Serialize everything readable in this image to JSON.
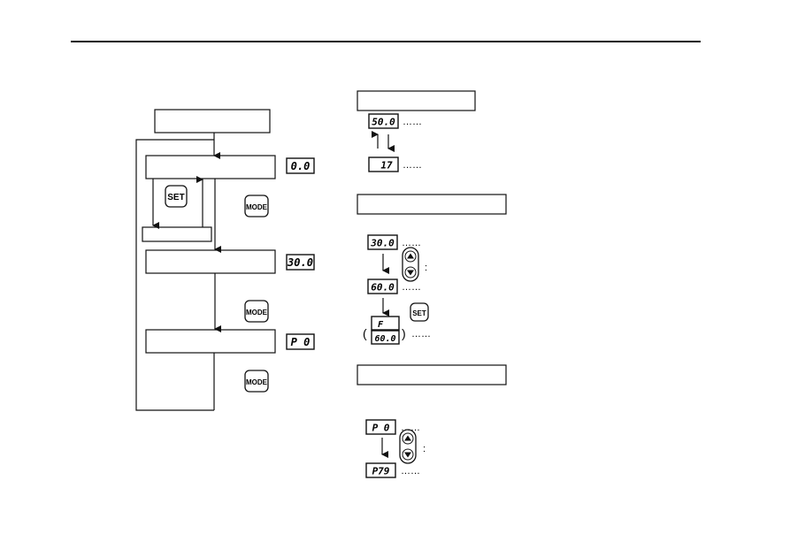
{
  "displays": {
    "left_top": "0.0",
    "left_mid": "30.0",
    "left_bot": "P 0",
    "r1_top": "50.0",
    "r1_bot": "17",
    "r2_top": "30.0",
    "r2_mid": "60.0",
    "r2_stack_top": "F",
    "r2_stack_bot": "60.0",
    "r3_top": "P 0",
    "r3_bot": "P79"
  },
  "buttons": {
    "set": "SET",
    "mode": "MODE"
  },
  "glyphs": {
    "dots": "……",
    "colon": ":",
    "paren_open": "(",
    "paren_close": ")"
  },
  "colors": {
    "line": "#111111",
    "background": "#ffffff"
  },
  "icons": [
    "up-arrow-icon",
    "down-arrow-icon",
    "up-down-key-icon"
  ]
}
